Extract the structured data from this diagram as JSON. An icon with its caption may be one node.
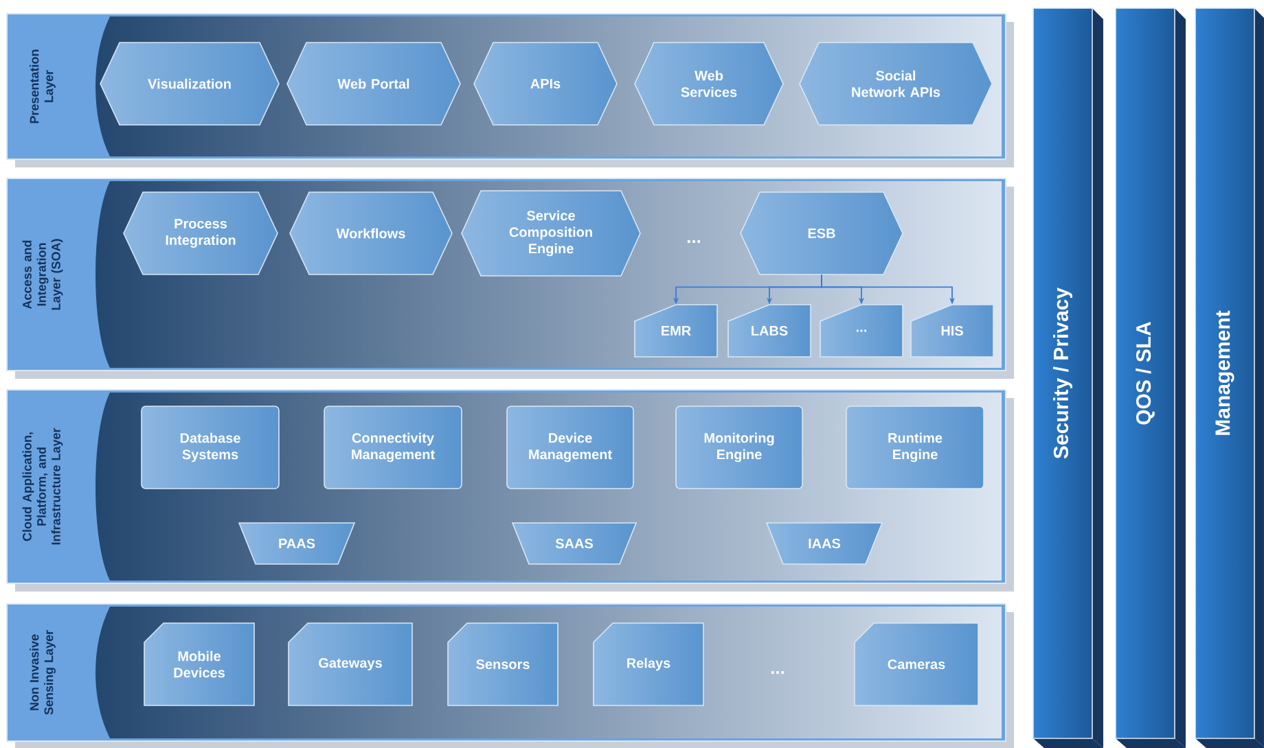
{
  "diagram": {
    "nodes": [
      {
        "text": [
          "Presentation Layer"
        ]
      },
      {
        "text": [
          "Visualization"
        ],
        "in": 0
      },
      {
        "text": [
          "Web Portal"
        ],
        "in": 0
      },
      {
        "text": [
          "APIs"
        ],
        "in": 0
      },
      {
        "text": [
          "Web Services"
        ],
        "in": 0
      },
      {
        "text": [
          "Social Network APIs"
        ],
        "in": 0
      },
      {
        "text": [
          "Access and Integration Layer (SOA)"
        ]
      },
      {
        "text": [
          "Process Integration"
        ],
        "in": 6
      },
      {
        "text": [
          "Workflows"
        ],
        "in": 6
      },
      {
        "text": [
          "Service Composition Engine"
        ],
        "in": 6
      },
      {
        "text": [
          "ESB"
        ],
        "in": 6
      },
      {
        "text": [
          "EMR"
        ],
        "in": 6
      },
      {
        "text": [
          "LABS"
        ],
        "in": 6
      },
      {
        "text": [
          "..."
        ],
        "in": 6
      },
      {
        "text": [
          "HIS"
        ],
        "in": 6
      },
      {
        "text": [
          "Cloud Application, Platform, and Infrastructure Layer"
        ]
      },
      {
        "text": [
          "Database Systems"
        ],
        "in": 15
      },
      {
        "text": [
          "Connectivity Management"
        ],
        "in": 15
      },
      {
        "text": [
          "Device Management"
        ],
        "in": 15
      },
      {
        "text": [
          "Monitoring Engine"
        ],
        "in": 15
      },
      {
        "text": [
          "Runtime Engine"
        ],
        "in": 15
      },
      {
        "text": [
          "PAAS"
        ],
        "in": 15
      },
      {
        "text": [
          "SAAS"
        ],
        "in": 15
      },
      {
        "text": [
          "IAAS"
        ],
        "in": 15
      },
      {
        "text": [
          "Non Invasive Sensing Layer"
        ]
      },
      {
        "text": [
          "Mobile Devices"
        ],
        "in": 24
      },
      {
        "text": [
          "Gateways"
        ],
        "in": 24
      },
      {
        "text": [
          "Sensors"
        ],
        "in": 24
      },
      {
        "text": [
          "Relays"
        ],
        "in": 24
      },
      {
        "text": [
          "Cameras"
        ],
        "in": 24
      },
      {
        "text": [
          "Security / Privacy"
        ]
      },
      {
        "text": [
          "QOS / SLA"
        ]
      },
      {
        "text": [
          "Management"
        ]
      }
    ],
    "edges": [
      {
        "from": 10,
        "to": 11,
        "arrow": "to"
      },
      {
        "from": 10,
        "to": 12,
        "arrow": "to"
      },
      {
        "from": 10,
        "to": 13,
        "arrow": "to"
      },
      {
        "from": 10,
        "to": 14,
        "arrow": "to"
      }
    ],
    "labels": [
      "...",
      "..."
    ]
  }
}
